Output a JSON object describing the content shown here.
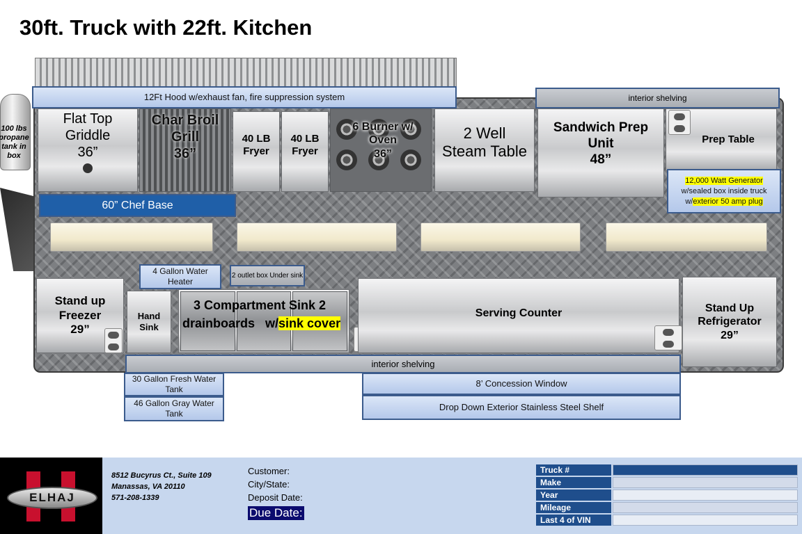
{
  "title": "30ft. Truck with 22ft. Kitchen",
  "labels": {
    "hood": "12Ft Hood w/exhaust fan, fire suppression system",
    "interior_shelving_top": "interior shelving",
    "propane": "100 lbs propane tank in box",
    "chef_base": "60” Chef Base",
    "generator_line1": "12,000 Watt  Generator",
    "generator_line2": "w/sealed box inside truck",
    "generator_line3a": "w/",
    "generator_line3b": "exterior 50 amp plug",
    "water_heater": "4 Gallon Water Heater",
    "outlet_box": "2 outlet box Under sink",
    "interior_shelving_bottom": "interior shelving",
    "fresh_water": "30 Gallon Fresh Water Tank",
    "gray_water": "46 Gallon Gray Water Tank",
    "concession_window": "8’ Concession Window",
    "drop_shelf": "Drop Down Exterior Stainless Steel Shelf"
  },
  "equipment": {
    "griddle": [
      "Flat Top",
      "Griddle",
      "36”"
    ],
    "char_broil": [
      "Char Broil",
      "Grill",
      "36”"
    ],
    "fryer1": [
      "40 LB",
      "Fryer"
    ],
    "fryer2": [
      "40 LB",
      "Fryer"
    ],
    "burner": [
      "6 Burner w/",
      "Oven",
      "36”"
    ],
    "steam_table": [
      "2 Well",
      "Steam Table"
    ],
    "sandwich_prep": [
      "Sandwich Prep",
      "Unit",
      "48”"
    ],
    "prep_table": "Prep Table",
    "freezer": [
      "Stand  up",
      "Freezer",
      "29”"
    ],
    "hand_sink": [
      "Hand",
      "Sink"
    ],
    "comp_sink_line1": "3 Compartment  Sink 2",
    "comp_sink_line2a": "drainboards   w/",
    "comp_sink_line2b": "sink cover",
    "serving_counter": "Serving Counter",
    "refrigerator": [
      "Stand Up",
      "Refrigerator",
      "29”"
    ]
  },
  "footer": {
    "logo": "ELHAJ",
    "address": [
      "8512 Bucyrus  Ct., Suite 109",
      "Manassas,  VA 20110",
      "571-208-1339"
    ],
    "customer": "Customer:",
    "city_state": "City/State:",
    "deposit_date": "Deposit Date:",
    "due_date": "Due Date:",
    "info_rows": [
      "Truck #",
      "Make",
      "Year",
      "Mileage",
      "Last 4 of VIN"
    ]
  },
  "colors": {
    "label_border": "#3b5b8c",
    "chef_base_fill": "#1f5fa8",
    "highlight": "#ffff00",
    "footer_bg": "#c7d7ee"
  }
}
